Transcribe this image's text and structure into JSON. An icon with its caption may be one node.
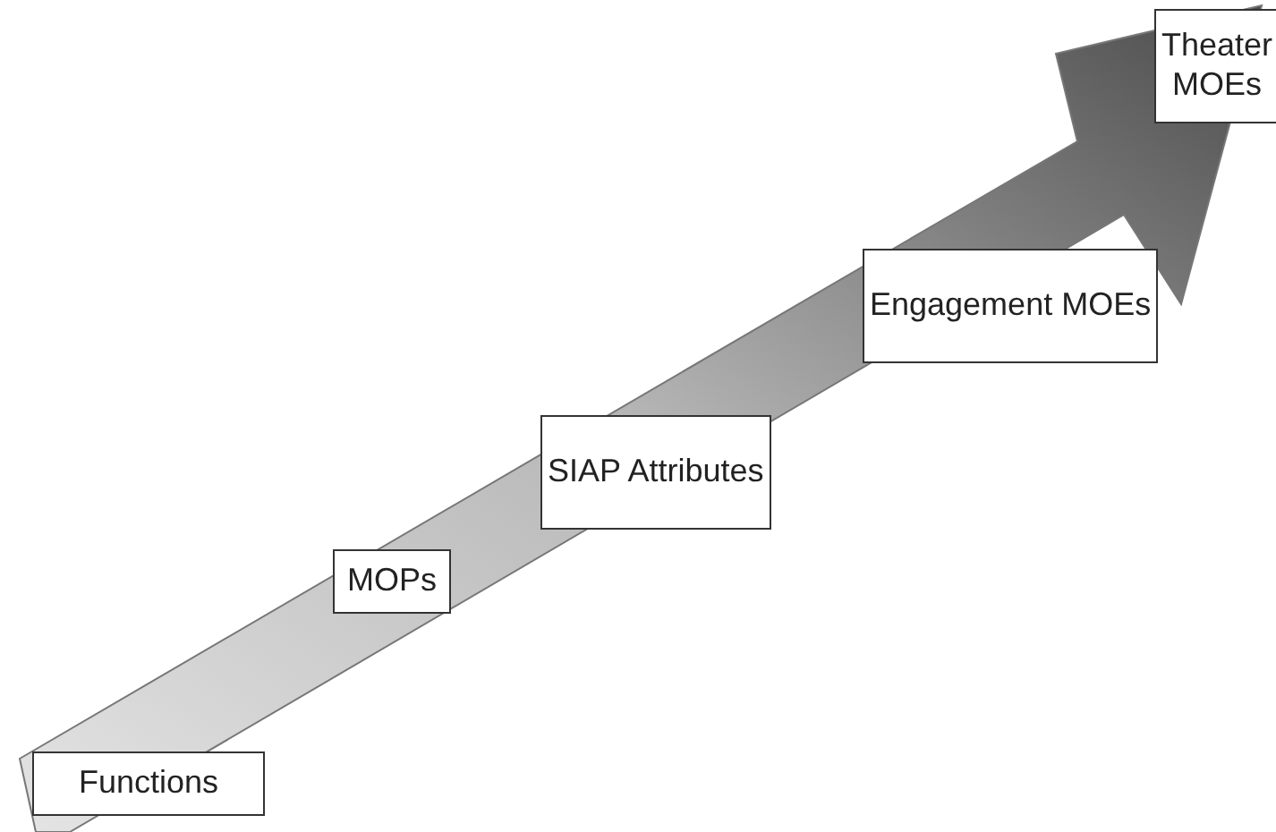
{
  "diagram": {
    "nodes": [
      {
        "text": [
          "Functions"
        ]
      },
      {
        "text": [
          "MOPs"
        ]
      },
      {
        "text": [
          "SIAP Attributes"
        ]
      },
      {
        "text": [
          "Engagement MOEs"
        ]
      },
      {
        "text": [
          "Theater MOEs"
        ]
      }
    ]
  }
}
